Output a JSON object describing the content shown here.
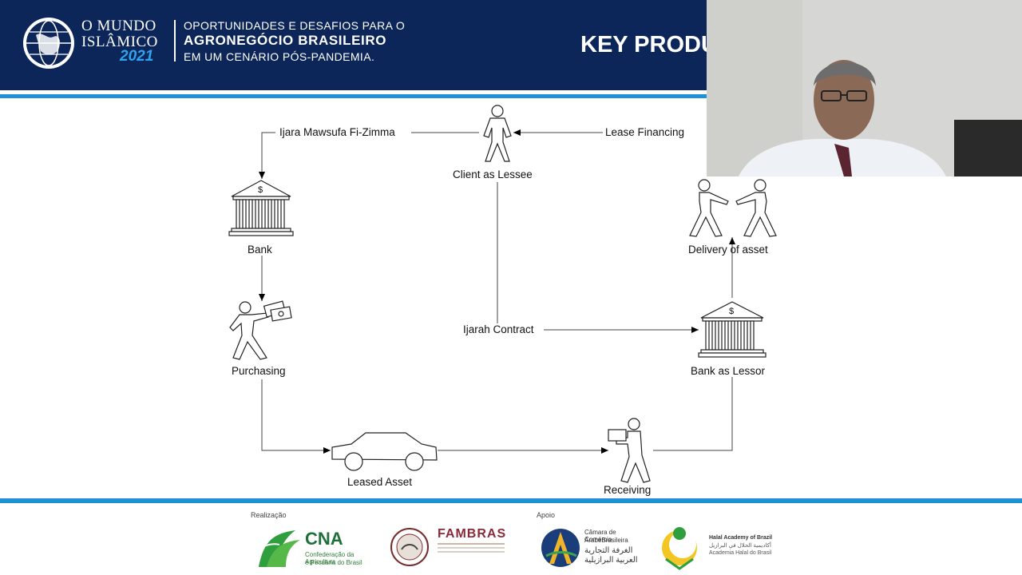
{
  "header": {
    "brand_line1": "O MUNDO",
    "brand_line2": "ISLÂMICO",
    "brand_year": "2021",
    "tagline_line1": "OPORTUNIDADES E DESAFIOS PARA O",
    "tagline_line2": "AGRONEGÓCIO BRASILEIRO",
    "tagline_line3": "EM UM CENÁRIO PÓS-PANDEMIA.",
    "slide_title": "KEY PRODU"
  },
  "diagram": {
    "nodes": {
      "client": "Client as Lessee",
      "bank": "Bank",
      "purchasing": "Purchasing",
      "leased_asset": "Leased Asset",
      "receiving": "Receiving",
      "bank_lessor": "Bank as Lessor",
      "delivery": "Delivery of asset"
    },
    "edges": {
      "ijara_mawsufa": "Ijara Mawsufa Fi-Zimma",
      "lease_financing": "Lease Financing",
      "ijarah_contract": "Ijarah Contract"
    },
    "bank_symbol": "$"
  },
  "footer": {
    "realizacao_label": "Realização",
    "apoio_label": "Apoio",
    "cna_name": "CNA",
    "cna_sub1": "Confederação da Agricultura",
    "cna_sub2": "e Pecuária do Brasil",
    "fambras_name": "FAMBRAS",
    "camara_line1": "Câmara de Comércio",
    "camara_line2": "ÁrabeBrasileira",
    "camara_arabic1": "الغرفة التجارية",
    "camara_arabic2": "العربية البرازيلية",
    "halal_line1": "Halal Academy of Brazil",
    "halal_arabic": "أكاديمية الحلال في البرازيل",
    "halal_line2": "Academia Halal do Brasil"
  },
  "colors": {
    "banner": "#0c2659",
    "accent": "#1f8fd6",
    "year": "#2fa3ee"
  }
}
